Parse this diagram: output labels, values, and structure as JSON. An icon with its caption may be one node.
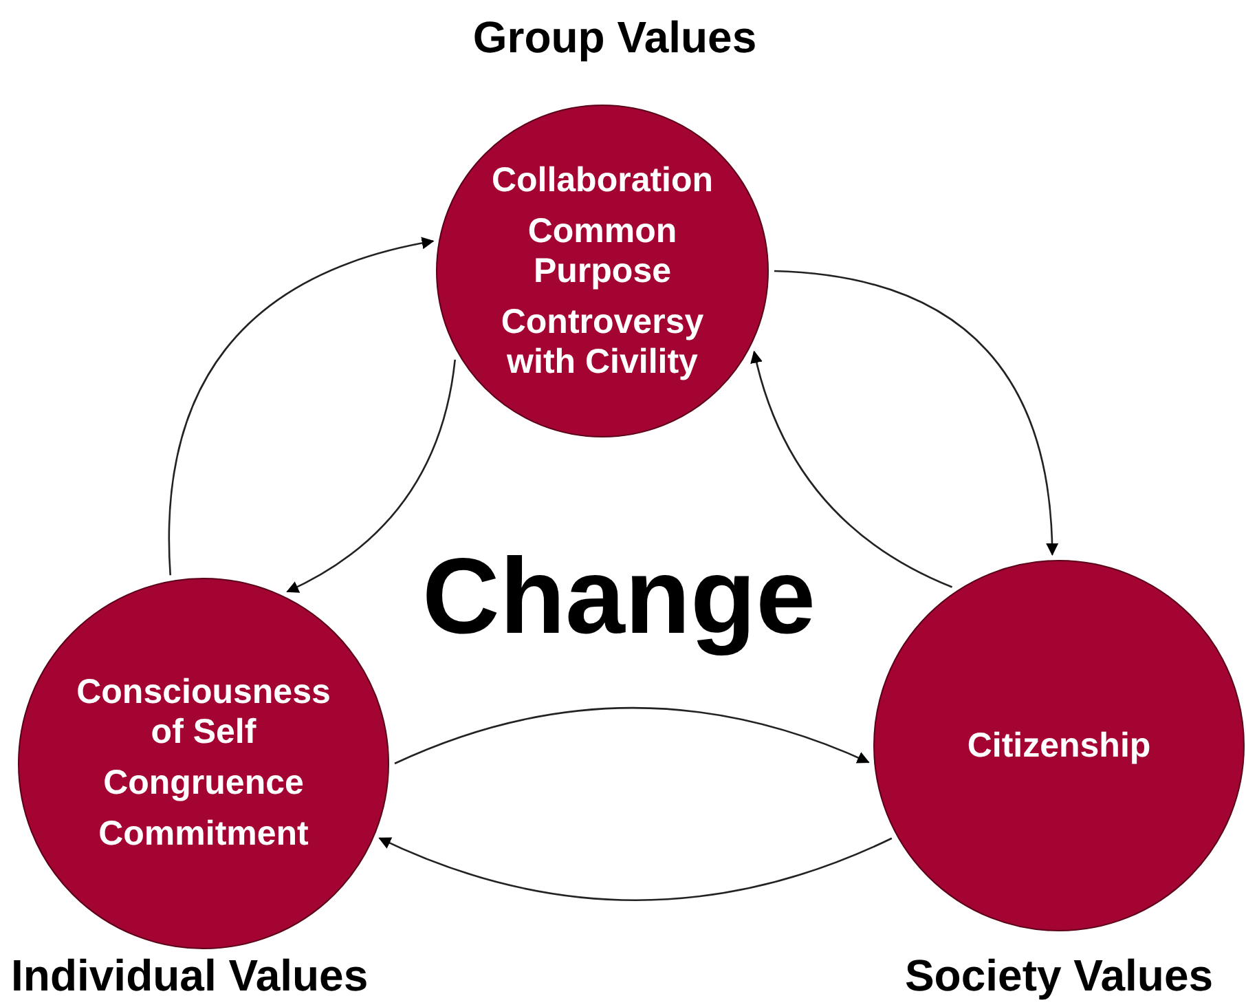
{
  "diagram": {
    "nodes": [
      {
        "text": [
          "Group Values",
          "Collaboration",
          "Common Purpose",
          "Controversy with Civility"
        ]
      },
      {
        "text": [
          "Consciousness of Self",
          "Congruence",
          "Commitment",
          "Individual Values"
        ]
      },
      {
        "text": [
          "Citizenship",
          "Society Values"
        ]
      }
    ],
    "edges": [
      {
        "from": 1,
        "to": 0,
        "arrow": "to"
      },
      {
        "from": 0,
        "to": 1,
        "arrow": "to"
      },
      {
        "from": 0,
        "to": 2,
        "arrow": "to"
      },
      {
        "from": 2,
        "to": 0,
        "arrow": "to"
      },
      {
        "from": 1,
        "to": 2,
        "arrow": "to"
      },
      {
        "from": 2,
        "to": 1,
        "arrow": "to"
      }
    ],
    "labels": [
      "Change"
    ]
  }
}
